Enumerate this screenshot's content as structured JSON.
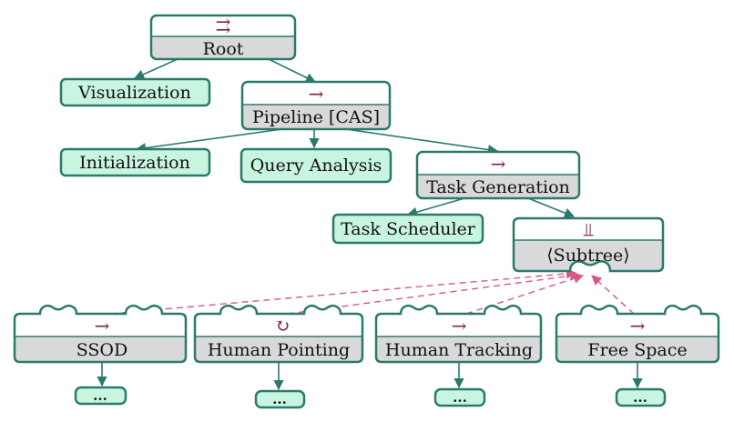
{
  "colors": {
    "stroke": "#2a7a6c",
    "leaf_fill": "#c8f5e0",
    "gray_fill": "#d9d9d9",
    "symbol": "#7a2545",
    "dashed": "#d9558a"
  },
  "nodes": {
    "root": {
      "symbol": "⇉",
      "label": "Root"
    },
    "visualization": {
      "label": "Visualization"
    },
    "pipeline": {
      "symbol": "→",
      "label": "Pipeline [CAS]"
    },
    "initialization": {
      "label": "Initialization"
    },
    "query_analysis": {
      "label": "Query Analysis"
    },
    "task_generation": {
      "symbol": "→",
      "label": "Task Generation"
    },
    "task_scheduler": {
      "label": "Task Scheduler"
    },
    "subtree": {
      "symbol": "⫫",
      "label": "⟨Subtree⟩"
    },
    "ssod": {
      "symbol": "→",
      "label": "SSOD",
      "child": "..."
    },
    "human_pointing": {
      "symbol": "↻",
      "label": "Human Pointing",
      "child": "..."
    },
    "human_tracking": {
      "symbol": "→",
      "label": "Human Tracking",
      "child": "..."
    },
    "free_space": {
      "symbol": "→",
      "label": "Free Space",
      "child": "..."
    }
  }
}
